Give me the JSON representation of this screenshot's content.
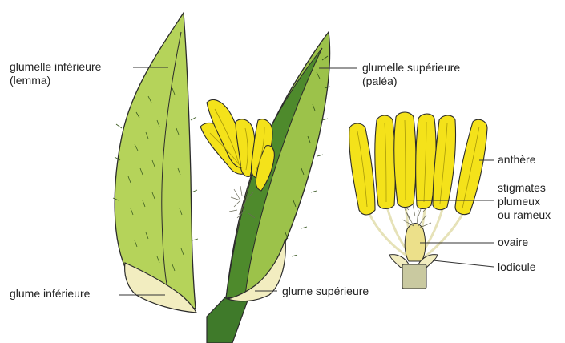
{
  "labels": {
    "lemma_line1": "glumelle inférieure",
    "lemma_line2": "(lemma)",
    "palea_line1": "glumelle supérieure",
    "palea_line2": "(paléa)",
    "glume_inf": "glume inférieure",
    "glume_sup": "glume supérieure",
    "anthere": "anthère",
    "stigmates_line1": "stigmates",
    "stigmates_line2": "plumeux",
    "stigmates_line3": "ou rameux",
    "ovaire": "ovaire",
    "lodicule": "lodicule"
  },
  "colors": {
    "lemma_green": "#b5d35a",
    "palea_green": "#9cc24a",
    "dark_green": "#4e8a2c",
    "stem_green": "#3f7a2a",
    "glume_cream": "#f2edc0",
    "anther_yellow": "#f4e21a",
    "anther_shade": "#dcc80e",
    "filament": "#e6e2b8",
    "ovary_yellow": "#ece08a",
    "receptacle": "#c9c9a0",
    "outline": "#2b2b2b",
    "leader": "#333333"
  }
}
